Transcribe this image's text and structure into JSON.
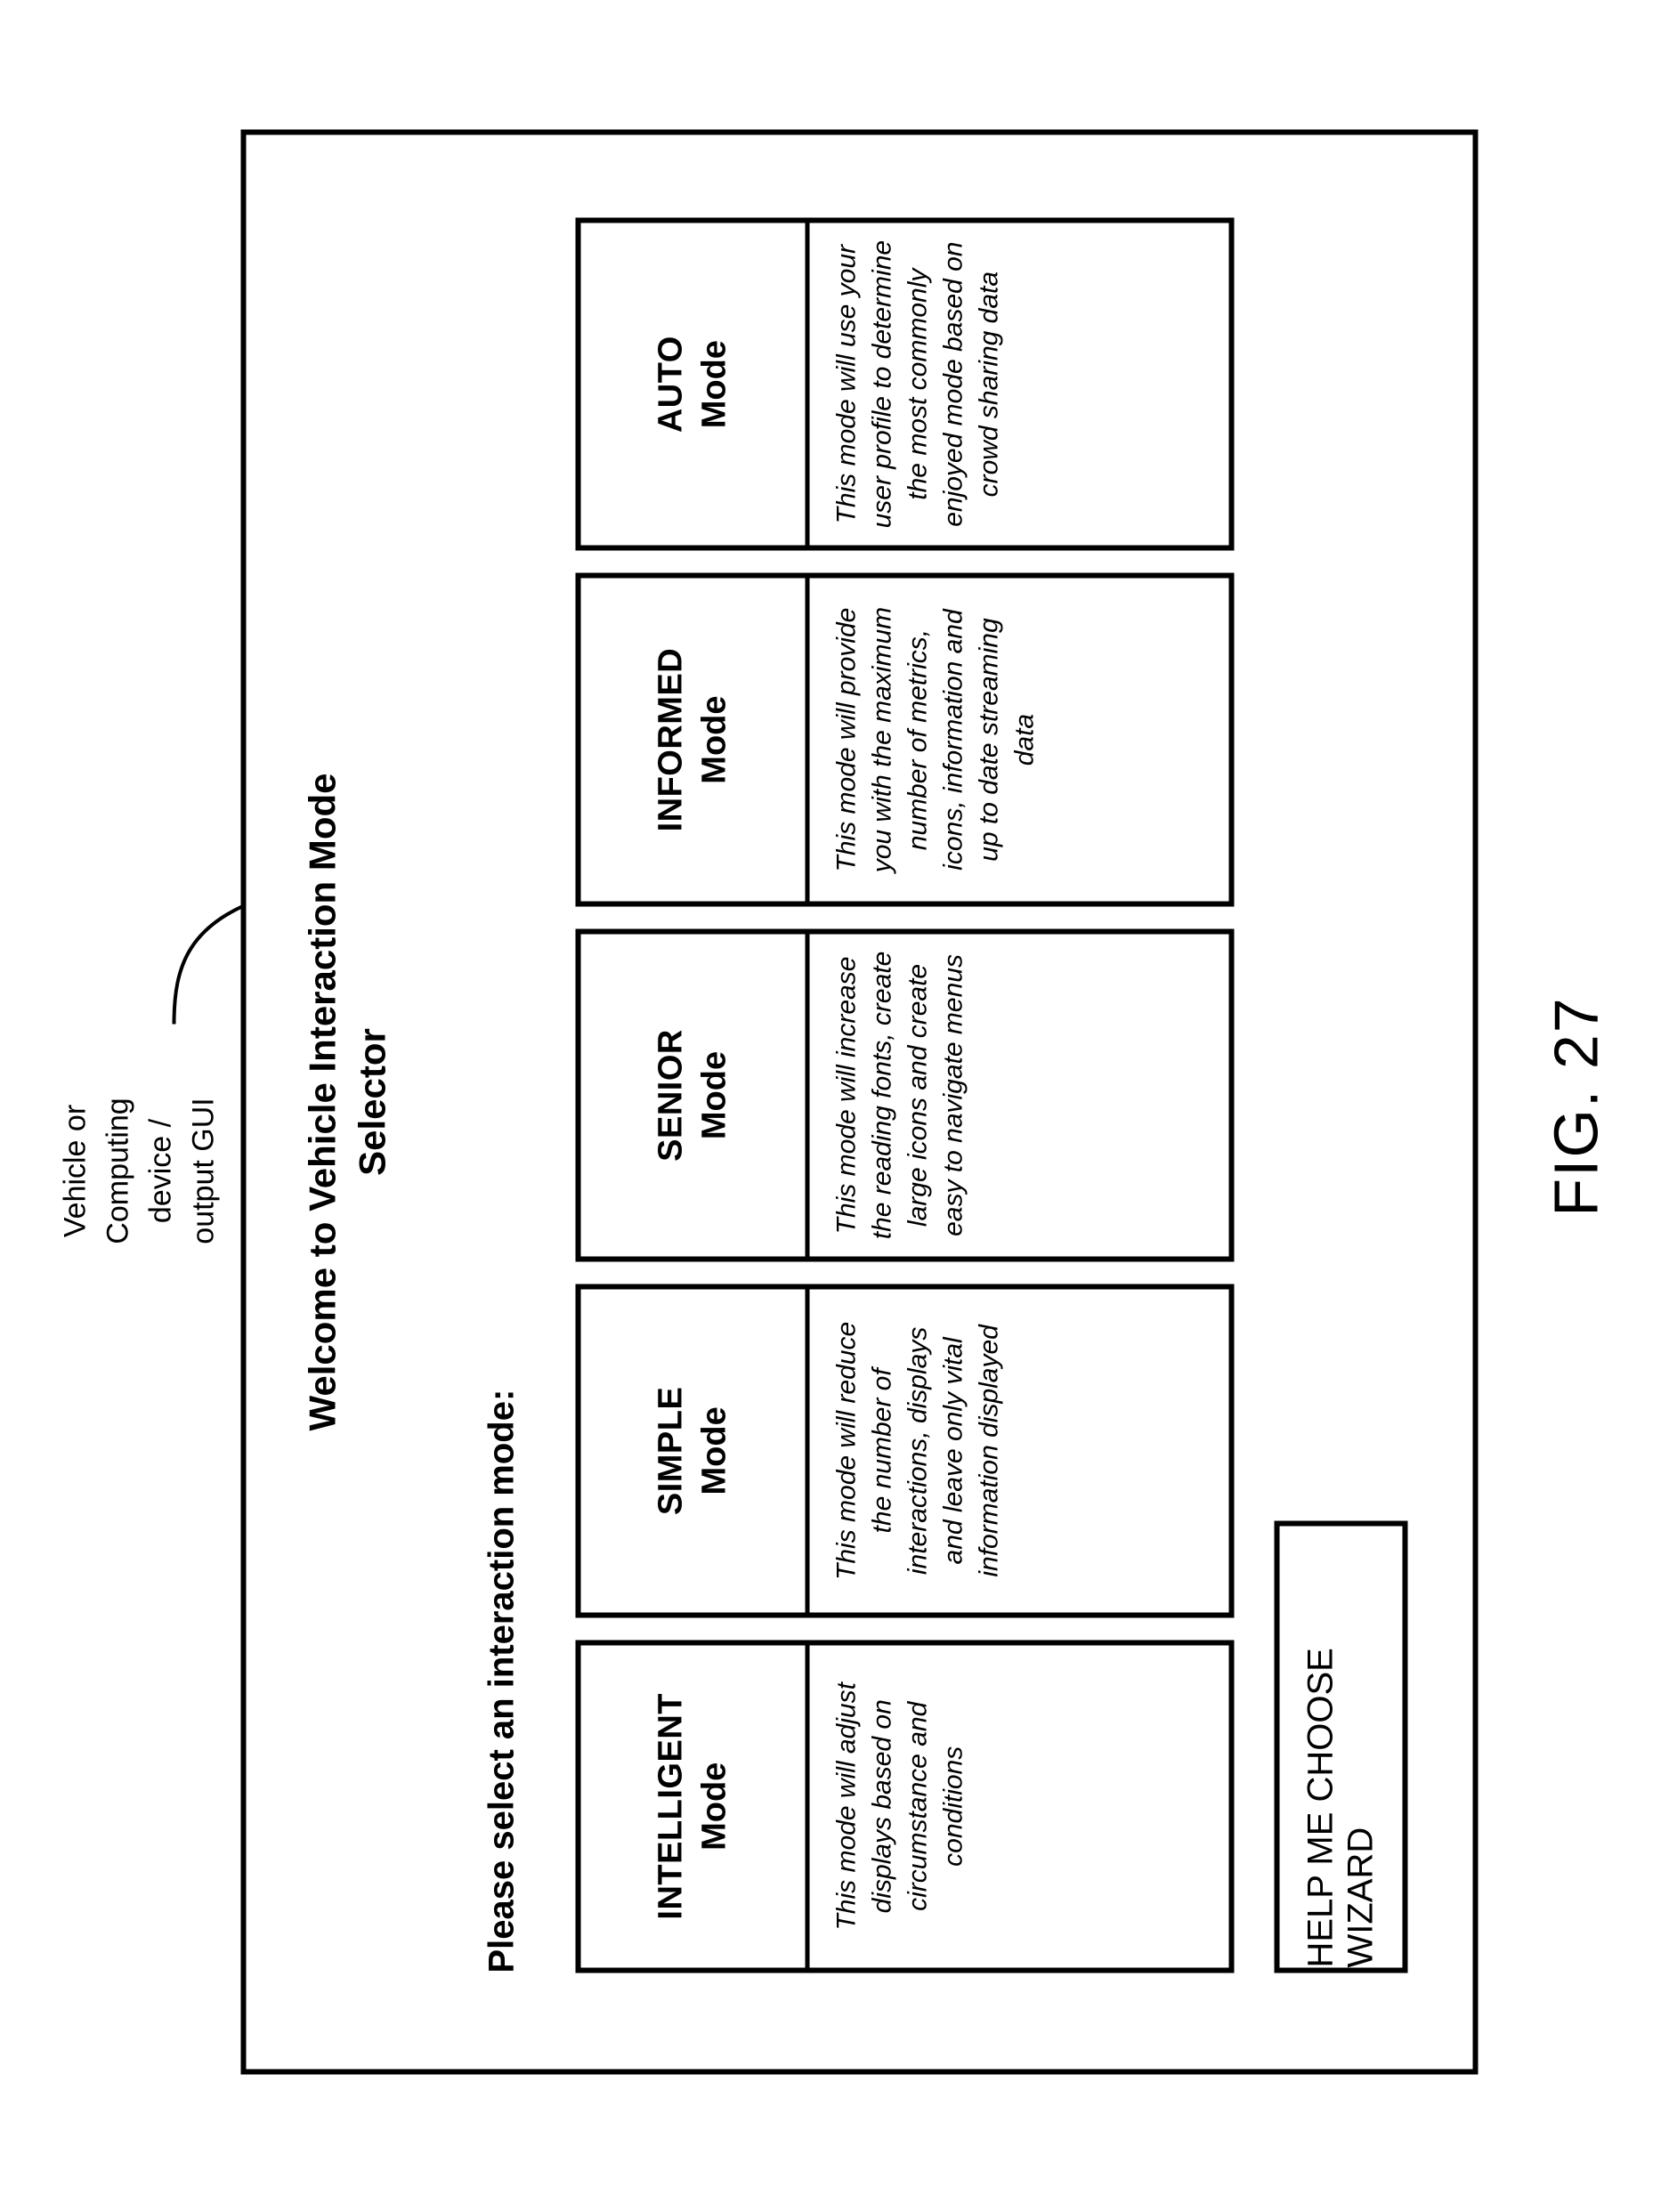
{
  "figure": {
    "caption": "FIG. 27"
  },
  "callout": {
    "label": "Vehicle or\nComputing\ndevice /\noutput GUI",
    "leader_name": "leader-line"
  },
  "gui": {
    "title": "Welcome to Vehicle Interaction Mode\nSelector",
    "subtitle": "Please select an interaction mode:",
    "cards": [
      {
        "name": "INTELLIGENT",
        "mode": "Mode",
        "description": "This mode will adjust displays based on circumstance and conditions"
      },
      {
        "name": "SIMPLE",
        "mode": "Mode",
        "description": "This mode will reduce the number of interactions, displays and leave only vital information displayed"
      },
      {
        "name": "SENIOR",
        "mode": "Mode",
        "description": "This mode will increase the reading fonts, create large icons and create easy to navigate menus"
      },
      {
        "name": "INFORMED",
        "mode": "Mode",
        "description": "This mode will provide you with the maximum number of metrics, icons, information and up to date streaming data"
      },
      {
        "name": "AUTO",
        "mode": "Mode",
        "description": "This mode will use your user profile to determine the most commonly enjoyed mode based on crowd sharing data"
      }
    ],
    "wizard_button_label": "HELP ME CHOOSE WIZARD"
  },
  "colors": {
    "ink": "#000000",
    "paper": "#ffffff"
  }
}
